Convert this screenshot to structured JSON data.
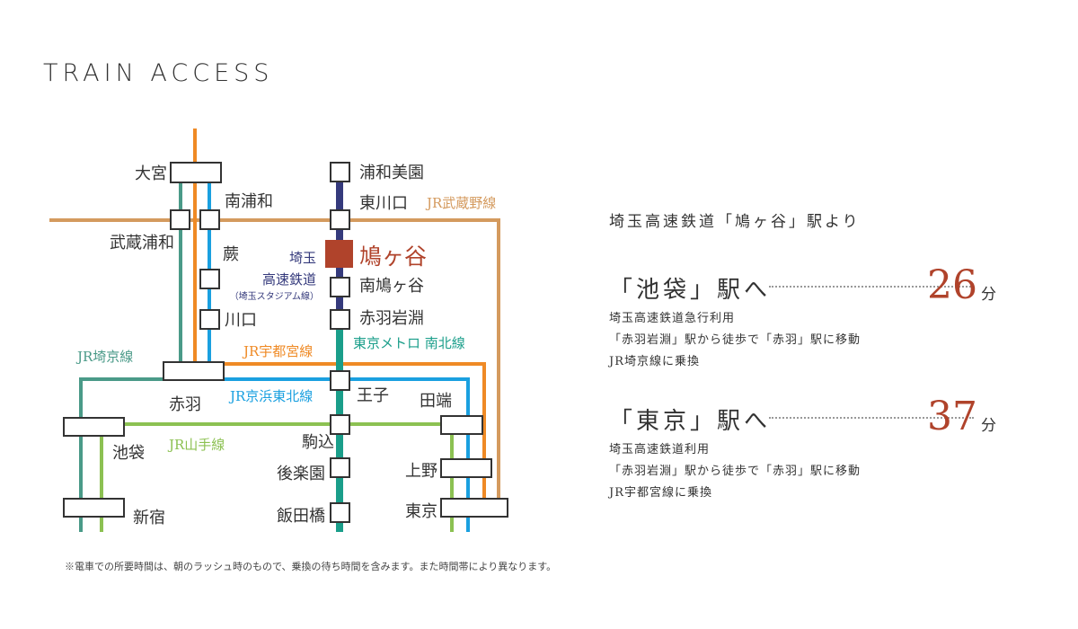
{
  "title": "TRAIN ACCESS",
  "colors": {
    "utsunomiya": "#ef8a25",
    "saikyo": "#4a9a88",
    "keihin": "#1aa0e0",
    "musashino": "#d49a5e",
    "saitama": "#353a7c",
    "namboku": "#1a9e8a",
    "yamanote": "#8cc152",
    "accent": "#b0432b"
  },
  "lines": {
    "musashino": "JR武蔵野線",
    "saitama_1": "埼玉",
    "saitama_2": "高速鉄道",
    "saitama_3": "（埼玉スタジアム線）",
    "namboku": "東京メトロ 南北線",
    "utsunomiya": "JR宇都宮線",
    "saikyo": "JR埼京線",
    "keihin": "JR京浜東北線",
    "yamanote": "JR山手線"
  },
  "stations": {
    "omiya": "大宮",
    "minami_urawa": "南浦和",
    "musashi_urawa": "武蔵浦和",
    "warabi": "蕨",
    "kawaguchi": "川口",
    "akabane": "赤羽",
    "ikebukuro": "池袋",
    "shinjuku": "新宿",
    "urawa_misono": "浦和美園",
    "higashi_kawaguchi": "東川口",
    "hatogaya": "鳩ヶ谷",
    "minami_hatogaya": "南鳩ヶ谷",
    "akabane_iwabuchi": "赤羽岩淵",
    "oji": "王子",
    "komagome": "駒込",
    "korakuen": "後楽園",
    "iidabashi": "飯田橋",
    "tabata": "田端",
    "ueno": "上野",
    "tokyo": "東京"
  },
  "info": {
    "from": "埼玉高速鉄道「鳩ヶ谷」駅より",
    "routes": [
      {
        "dest": "「池袋」駅へ",
        "minutes": "26",
        "unit": "分",
        "notes": [
          "埼玉高速鉄道急行利用",
          "「赤羽岩淵」駅から徒歩で「赤羽」駅に移動",
          "JR埼京線に乗換"
        ]
      },
      {
        "dest": "「東京」駅へ",
        "minutes": "37",
        "unit": "分",
        "notes": [
          "埼玉高速鉄道利用",
          "「赤羽岩淵」駅から徒歩で「赤羽」駅に移動",
          "JR宇都宮線に乗換"
        ]
      }
    ]
  },
  "footnote": "※電車での所要時間は、朝のラッシュ時のもので、乗換の待ち時間を含みます。また時間帯により異なります。"
}
